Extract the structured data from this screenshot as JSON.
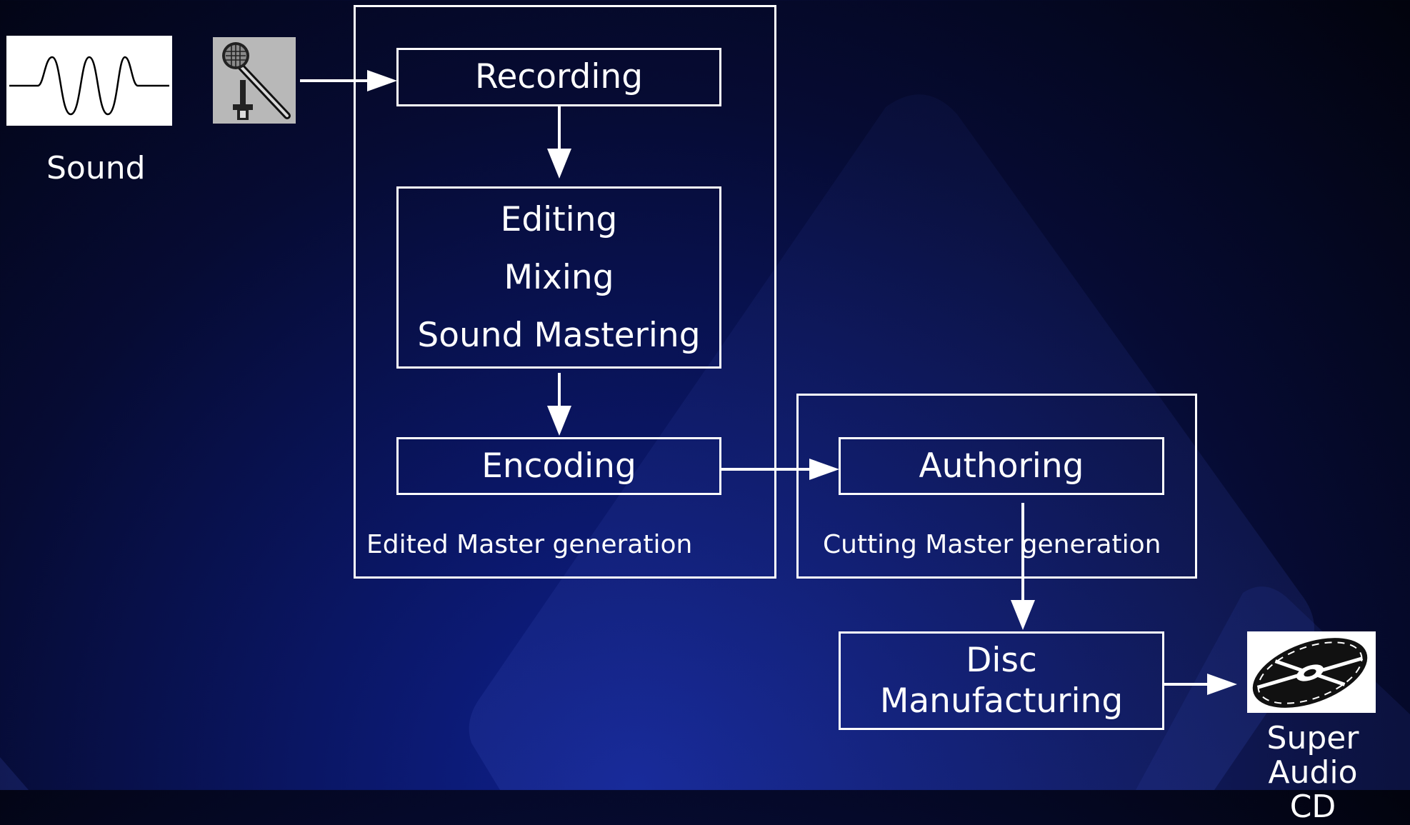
{
  "diagram": {
    "source_label": "Sound",
    "steps": {
      "recording": "Recording",
      "editing_lines": [
        "Editing",
        "Mixing",
        "Sound Mastering"
      ],
      "encoding": "Encoding",
      "authoring": "Authoring",
      "disc_lines": [
        "Disc",
        "Manufacturing"
      ]
    },
    "groups": {
      "edited_master": "Edited Master generation",
      "cutting_master": "Cutting Master generation"
    },
    "output_label_lines": [
      "Super Audio",
      "CD"
    ]
  },
  "icons": [
    "waveform-icon",
    "microphone-icon",
    "disc-icon"
  ],
  "colors": {
    "background": "#060b33",
    "foreground": "#ffffff"
  }
}
